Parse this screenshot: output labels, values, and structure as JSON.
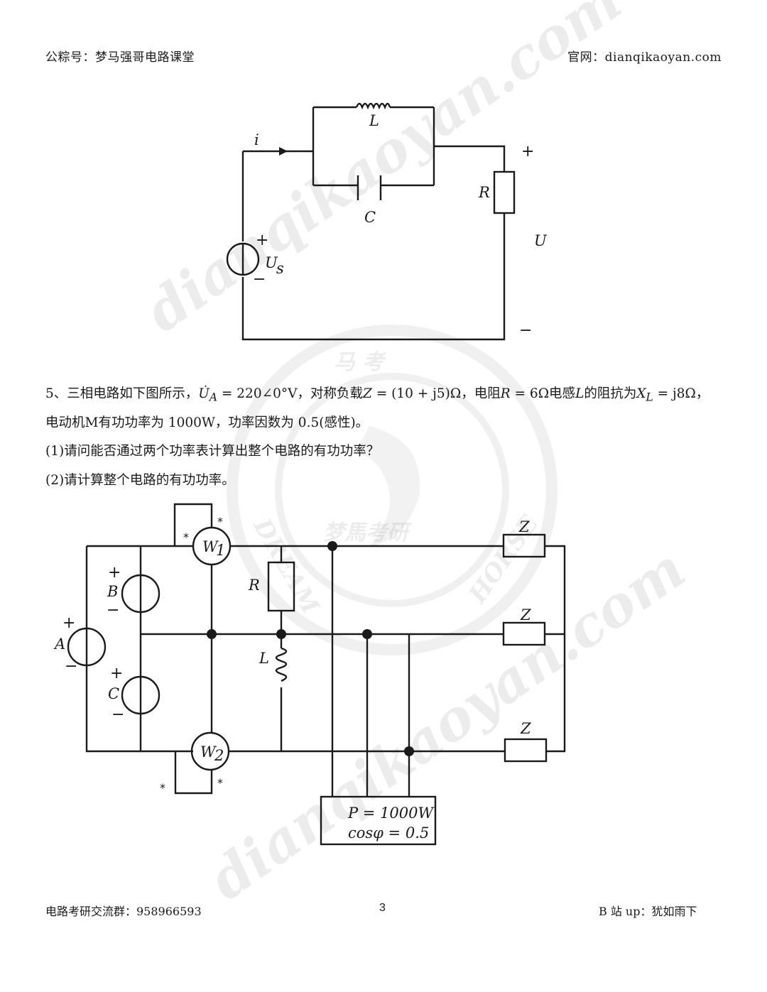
{
  "header": {
    "left": "公粽号：梦马强哥电路课堂",
    "right": "官网：dianqikaoyan.com"
  },
  "footer": {
    "left": "电路考研交流群：958966593",
    "page_number": "3",
    "right": "B 站 up：犹如雨下"
  },
  "watermark": {
    "text": "dianqikaoyan.com",
    "logo_top": "马  考",
    "logo_ring_left": "DREAM",
    "logo_ring_right": "HORSE",
    "logo_bottom": "梦馬考研"
  },
  "circuit1": {
    "current_label": "i",
    "inductor_label": "L",
    "capacitor_label": "C",
    "resistor_label": "R",
    "source_label": "U",
    "source_sub": "s",
    "output_label": "U",
    "plus": "+",
    "minus": "−"
  },
  "problem": {
    "line1": "5、三相电路如下图所示，U̇_A = 220∠0°V，对称负载Z = (10 + j5)Ω，电阻R = 6Ω电感L的阻抗为X_L = j8Ω，",
    "line1_parts": {
      "prefix": "5、三相电路如下图所示，",
      "ua": "U̇",
      "ua_sub": "A",
      "ua_val": " = 220∠0°V，",
      "load": "对称负载",
      "z": "Z",
      "z_val": " = (10 + j5)Ω，",
      "res": "电阻",
      "r": "R",
      "r_val": " = 6Ω",
      "ind": "电感",
      "l": "L",
      "xl_txt": "的阻抗为",
      "x": "X",
      "x_sub": "L",
      "x_val": " = j8Ω，"
    },
    "line2": "电动机M有功功率为 1000W，功率因数为 0.5(感性)。",
    "q1": "(1)请问能否通过两个功率表计算出整个电路的有功功率？",
    "q2": "(2)请计算整个电路的有功功率。"
  },
  "circuit2": {
    "source_a": "A",
    "source_b": "B",
    "source_c": "C",
    "wattmeter1": "W",
    "wattmeter1_sub": "1",
    "wattmeter2": "W",
    "wattmeter2_sub": "2",
    "star": "*",
    "resistor_label": "R",
    "inductor_label": "L",
    "load_label": "Z",
    "motor_power": "P = 1000W",
    "motor_pf": "cosφ = 0.5",
    "plus": "+",
    "minus": "−"
  }
}
